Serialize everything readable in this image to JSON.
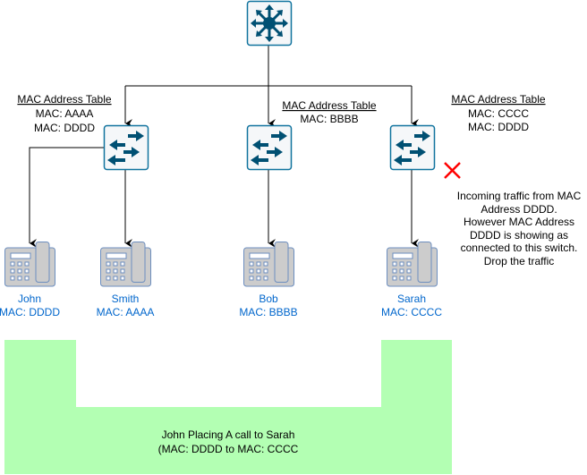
{
  "colors": {
    "device_stroke": "#10739e",
    "device_fill": "#f5f7f9",
    "device_glyph": "#005073",
    "phone_fill": "#cccccc",
    "phone_stroke": "#6c8ebf",
    "label_blue": "#0066cc",
    "drop_x": "#ff0000",
    "green_area": "#b3ffb3"
  },
  "core_switch": {
    "icon": "core-switch-icon"
  },
  "switches": [
    {
      "icon": "switch-icon",
      "table_title": "MAC Address Table",
      "entries": [
        "MAC: AAAA",
        "MAC: DDDD"
      ]
    },
    {
      "icon": "switch-icon",
      "table_title": "MAC Address Table",
      "entries": [
        "MAC: BBBB"
      ]
    },
    {
      "icon": "switch-icon",
      "table_title": "MAC Address Table",
      "entries": [
        "MAC: CCCC",
        "MAC: DDDD"
      ]
    }
  ],
  "phones": [
    {
      "name": "John",
      "mac": "MAC: DDDD"
    },
    {
      "name": "Smith",
      "mac": "MAC: AAAA"
    },
    {
      "name": "Bob",
      "mac": "MAC: BBBB"
    },
    {
      "name": "Sarah",
      "mac": "MAC: CCCC"
    }
  ],
  "drop_note": {
    "icon": "x-icon",
    "lines": [
      "Incoming traffic from MAC",
      "Address DDDD.",
      "However MAC Address",
      "DDDD is showing as",
      "connected to this switch.",
      "Drop the traffic"
    ]
  },
  "call_note": {
    "lines": [
      "John Placing A call to Sarah",
      "(MAC: DDDD to MAC: CCCC"
    ]
  }
}
